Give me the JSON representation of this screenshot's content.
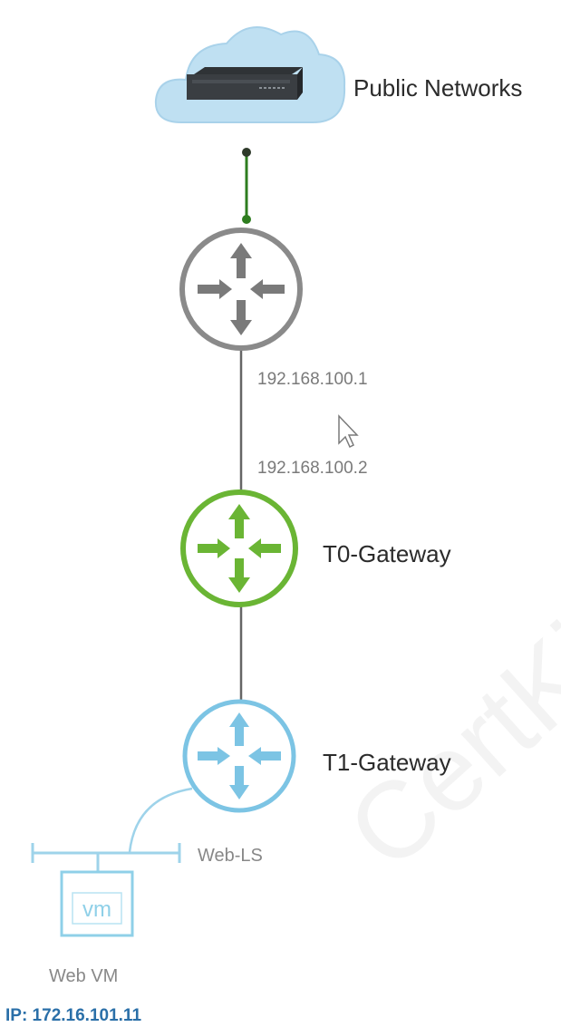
{
  "nodes": {
    "public_networks": {
      "label": "Public Networks"
    },
    "upstream_router": {
      "ip_upper": "192.168.100.1",
      "ip_lower": "192.168.100.2"
    },
    "t0_gateway": {
      "label": "T0-Gateway"
    },
    "t1_gateway": {
      "label": "T1-Gateway"
    },
    "segment": {
      "label": "Web-LS"
    },
    "vm": {
      "icon_text": "vm",
      "label": "Web VM",
      "ip": "IP: 172.16.101.11"
    }
  },
  "watermark": {
    "text": "CertKillers"
  },
  "colors": {
    "cloud": "#bfe0f2",
    "upstream_router": "#8a8a8a",
    "t0": "#6ab534",
    "t1": "#7cc4e4",
    "link_green": "#2e7d1f",
    "link_gray": "#666666"
  },
  "icons": {
    "cloud": "cloud-icon",
    "switch": "switch-icon",
    "router": "router-icon",
    "vm": "vm-icon",
    "cursor": "mouse-cursor-icon"
  }
}
